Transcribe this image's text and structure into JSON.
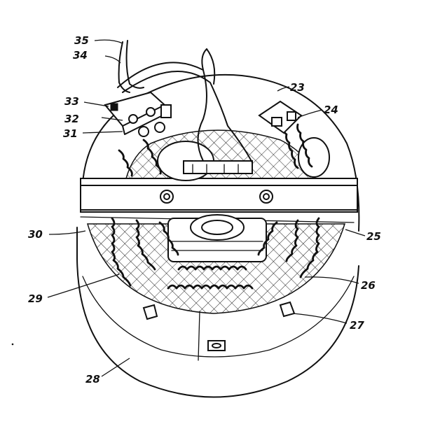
{
  "figure": {
    "reference_numerals": [
      {
        "id": "n35",
        "text": "35"
      },
      {
        "id": "n34",
        "text": "34"
      },
      {
        "id": "n33",
        "text": "33"
      },
      {
        "id": "n32",
        "text": "32"
      },
      {
        "id": "n31",
        "text": "31"
      },
      {
        "id": "n23",
        "text": "23"
      },
      {
        "id": "n24",
        "text": "24"
      },
      {
        "id": "n30",
        "text": "30"
      },
      {
        "id": "n25",
        "text": "25"
      },
      {
        "id": "n29",
        "text": "29"
      },
      {
        "id": "n26",
        "text": "26"
      },
      {
        "id": "n27",
        "text": "27"
      },
      {
        "id": "n28",
        "text": "28"
      }
    ]
  },
  "colors": {
    "ink": "#111111",
    "paper": "#ffffff"
  }
}
